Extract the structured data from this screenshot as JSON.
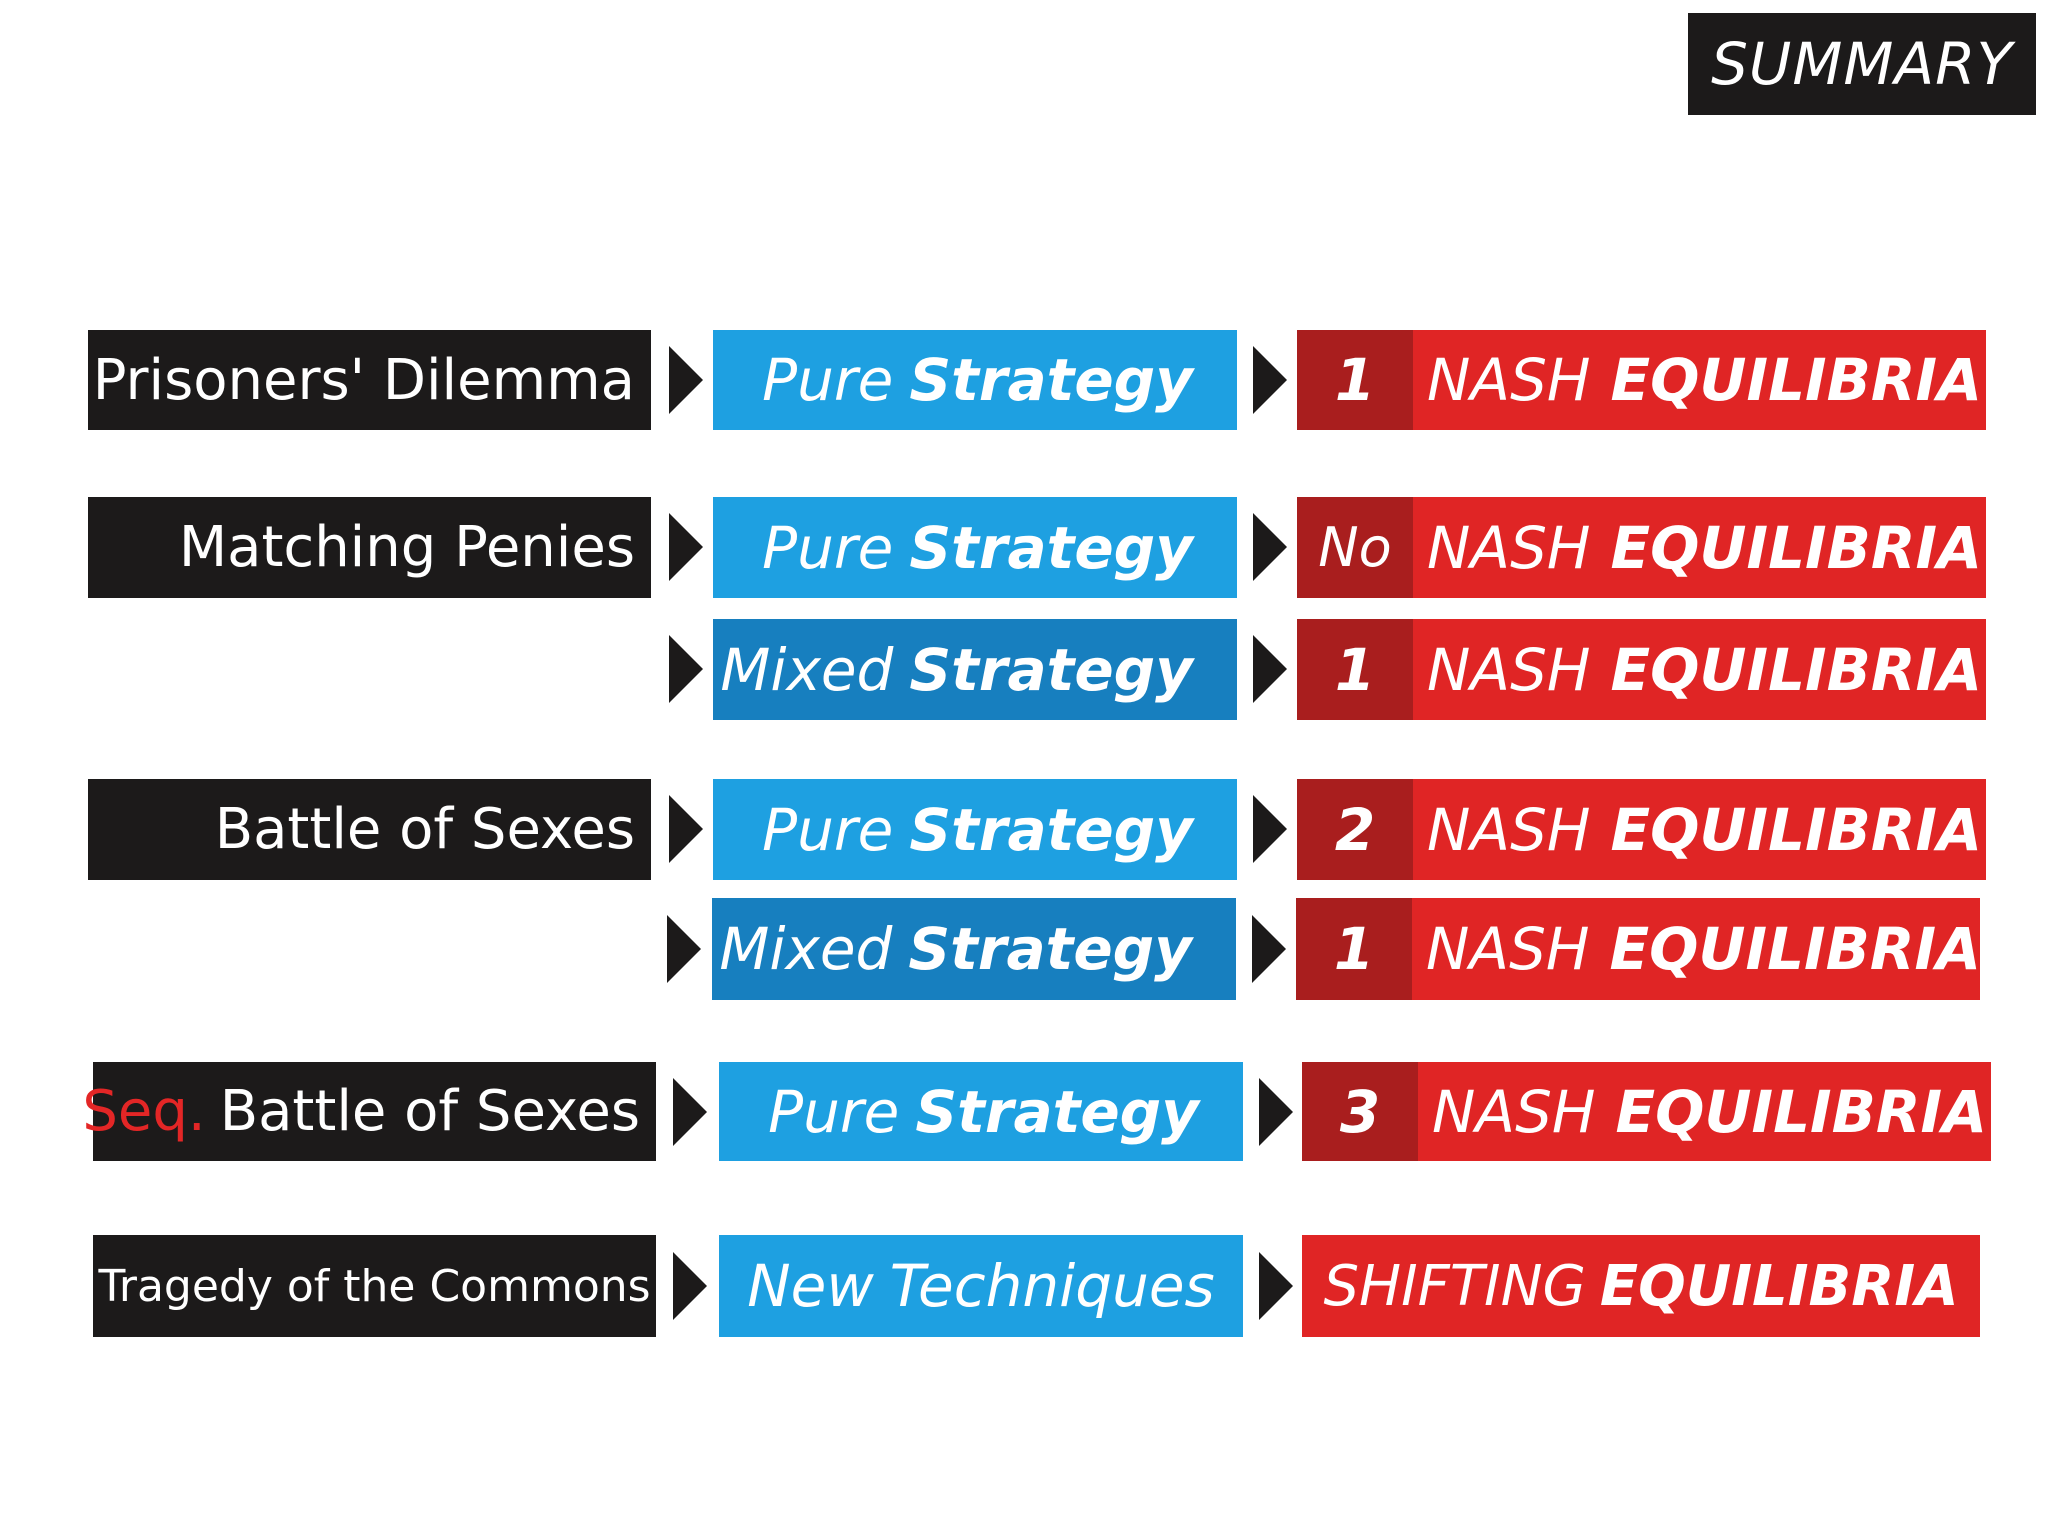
{
  "title": "SUMMARY",
  "colors": {
    "dark": "#1c1a1a",
    "pure_blue": "#1ea0e1",
    "mixed_blue": "#177fbf",
    "red": "#e02525",
    "dark_red": "#a91e1e",
    "seq_red": "#e32626"
  },
  "icons": {
    "connector": "right-triangle-arrow"
  },
  "rows": [
    {
      "game": "Prisoners' Dilemma",
      "strategy": {
        "a": "Pure",
        "b": "Strategy"
      },
      "count": "1",
      "eq": {
        "a": "NASH",
        "b": "EQUILIBRIA"
      }
    },
    {
      "game": "Matching Penies",
      "strategy": {
        "a": "Pure",
        "b": "Strategy"
      },
      "count": "No",
      "eq": {
        "a": "NASH",
        "b": "EQUILIBRIA"
      }
    },
    {
      "game": "",
      "strategy": {
        "a": "Mixed",
        "b": "Strategy"
      },
      "count": "1",
      "eq": {
        "a": "NASH",
        "b": "EQUILIBRIA"
      }
    },
    {
      "game": "Battle of Sexes",
      "strategy": {
        "a": "Pure",
        "b": "Strategy"
      },
      "count": "2",
      "eq": {
        "a": "NASH",
        "b": "EQUILIBRIA"
      }
    },
    {
      "game": "",
      "strategy": {
        "a": "Mixed",
        "b": "Strategy"
      },
      "count": "1",
      "eq": {
        "a": "NASH",
        "b": "EQUILIBRIA"
      }
    },
    {
      "game_prefix": "Seq.",
      "game": "Battle of Sexes",
      "strategy": {
        "a": "Pure",
        "b": "Strategy"
      },
      "count": "3",
      "eq": {
        "a": "NASH",
        "b": "EQUILIBRIA"
      }
    },
    {
      "game": "Tragedy of the Commons",
      "strategy": {
        "a": "New",
        "b": "Techniques"
      },
      "count": "",
      "eq": {
        "a": "SHIFTING",
        "b": "EQUILIBRIA"
      }
    }
  ]
}
